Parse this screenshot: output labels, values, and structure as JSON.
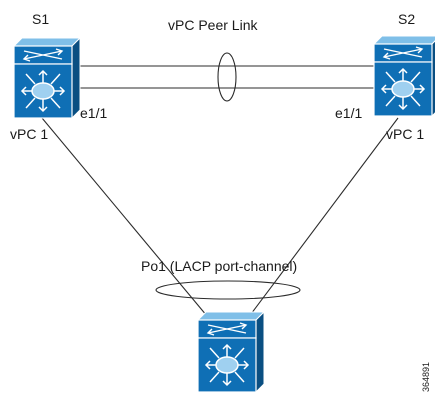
{
  "diagram": {
    "switches": {
      "s1": {
        "name": "S1",
        "vpc_label": "vPC 1",
        "port_label": "e1/1"
      },
      "s2": {
        "name": "S2",
        "vpc_label": "vPC 1",
        "port_label": "e1/1"
      },
      "downstream": {
        "name": ""
      }
    },
    "peer_link": {
      "label": "vPC Peer Link"
    },
    "port_channel": {
      "label": "Po1 (LACP port-channel)"
    },
    "figure_id": "364891",
    "colors": {
      "switch_body": "#0f6fb5",
      "switch_highlight": "#9fd0f0",
      "switch_dark": "#0a4f82",
      "line": "#2b2b2b"
    }
  }
}
